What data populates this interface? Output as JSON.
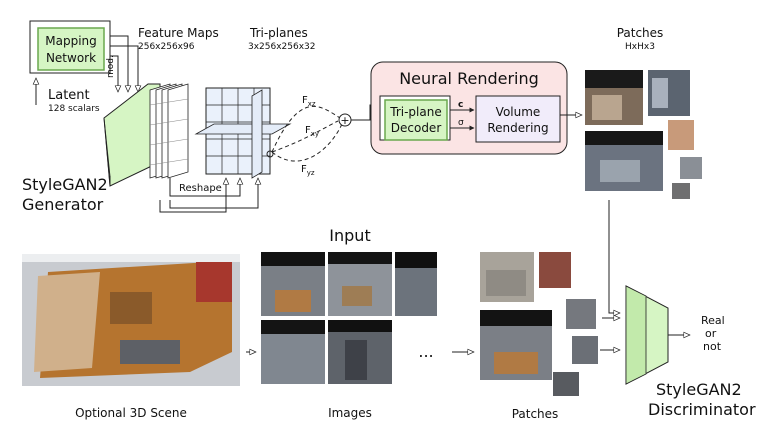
{
  "mapping_network": {
    "line1": "Mapping",
    "line2": "Network"
  },
  "latent": {
    "label": "Latent",
    "sub": "128 scalars"
  },
  "mod_label": "mod.",
  "feature_maps": {
    "title": "Feature Maps",
    "sub": "256x256x96"
  },
  "triplanes": {
    "title": "Tri-planes",
    "sub": "3x256x256x32"
  },
  "reshape_label": "Reshape",
  "plane_labels": {
    "xz": "F",
    "xz_sub": "xz",
    "xy": "F",
    "xy_sub": "xy",
    "yz": "F",
    "yz_sub": "yz"
  },
  "plus_symbol": "+",
  "generator": {
    "line1": "StyleGAN2",
    "line2": "Generator"
  },
  "neural_rendering": {
    "title": "Neural Rendering",
    "decoder_line1": "Tri-plane",
    "decoder_line2": "Decoder",
    "c_label": "c",
    "sigma_label": "σ",
    "volume_line1": "Volume",
    "volume_line2": "Rendering"
  },
  "patches_top": {
    "title": "Patches",
    "sub": "HxHx3"
  },
  "input_label": "Input",
  "scene_label": "Optional 3D Scene",
  "images_label": "Images",
  "dots": "...",
  "patches_bottom_label": "Patches",
  "discriminator": {
    "line1": "StyleGAN2",
    "line2": "Discriminator"
  },
  "output": {
    "line1": "Real",
    "line2": "or",
    "line3": "not"
  },
  "colors": {
    "green_fill": "#d6f5c4",
    "green_stroke": "#6aa84f",
    "pink_fill": "#fbe4e4",
    "lavender_fill": "#f1ecfa",
    "grid_fill": "#eaf1fb",
    "line": "#222222"
  }
}
